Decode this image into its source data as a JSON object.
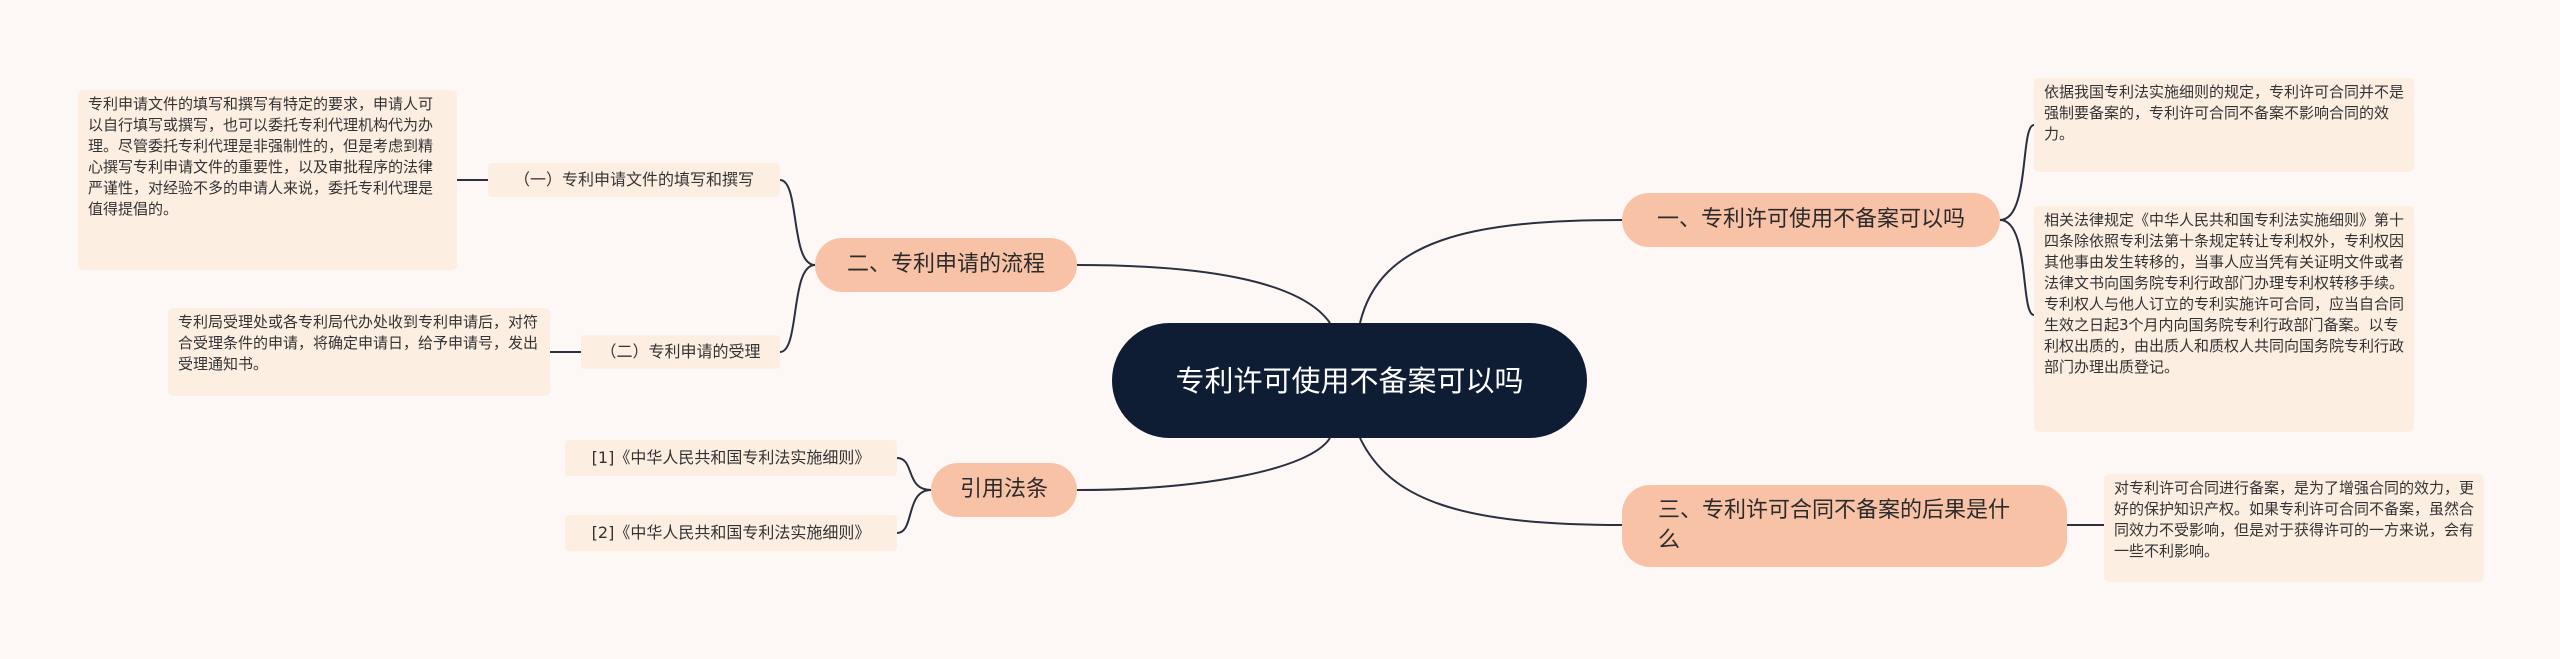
{
  "central": {
    "title": "专利许可使用不备案可以吗"
  },
  "branches": {
    "b1": {
      "label": "一、专利许可使用不备案可以吗",
      "notes": [
        "依据我国专利法实施细则的规定，专利许可合同并不是强制要备案的，专利许可合同不备案不影响合同的效力。",
        "相关法律规定《中华人民共和国专利法实施细则》第十四条除依照专利法第十条规定转让专利权外，专利权因其他事由发生转移的，当事人应当凭有关证明文件或者法律文书向国务院专利行政部门办理专利权转移手续。专利权人与他人订立的专利实施许可合同，应当自合同生效之日起3个月内向国务院专利行政部门备案。以专利权出质的，由出质人和质权人共同向国务院专利行政部门办理出质登记。"
      ]
    },
    "b2": {
      "label": "二、专利申请的流程",
      "subs": [
        {
          "label": "（一）专利申请文件的填写和撰写",
          "note": "专利申请文件的填写和撰写有特定的要求，申请人可以自行填写或撰写，也可以委托专利代理机构代为办理。尽管委托专利代理是非强制性的，但是考虑到精心撰写专利申请文件的重要性，以及审批程序的法律严谨性，对经验不多的申请人来说，委托专利代理是值得提倡的。"
        },
        {
          "label": "（二）专利申请的受理",
          "note": "专利局受理处或各专利局代办处收到专利申请后，对符合受理条件的申请，将确定申请日，给予申请号，发出受理通知书。"
        }
      ]
    },
    "b3": {
      "label": "三、专利许可合同不备案的后果是什么",
      "note": "对专利许可合同进行备案，是为了增强合同的效力，更好的保护知识产权。如果专利许可合同不备案，虽然合同效力不受影响，但是对于获得许可的一方来说，会有一些不利影响。"
    },
    "b4": {
      "label": "引用法条",
      "refs": [
        "[1]《中华人民共和国专利法实施细则》",
        "[2]《中华人民共和国专利法实施细则》"
      ]
    }
  }
}
